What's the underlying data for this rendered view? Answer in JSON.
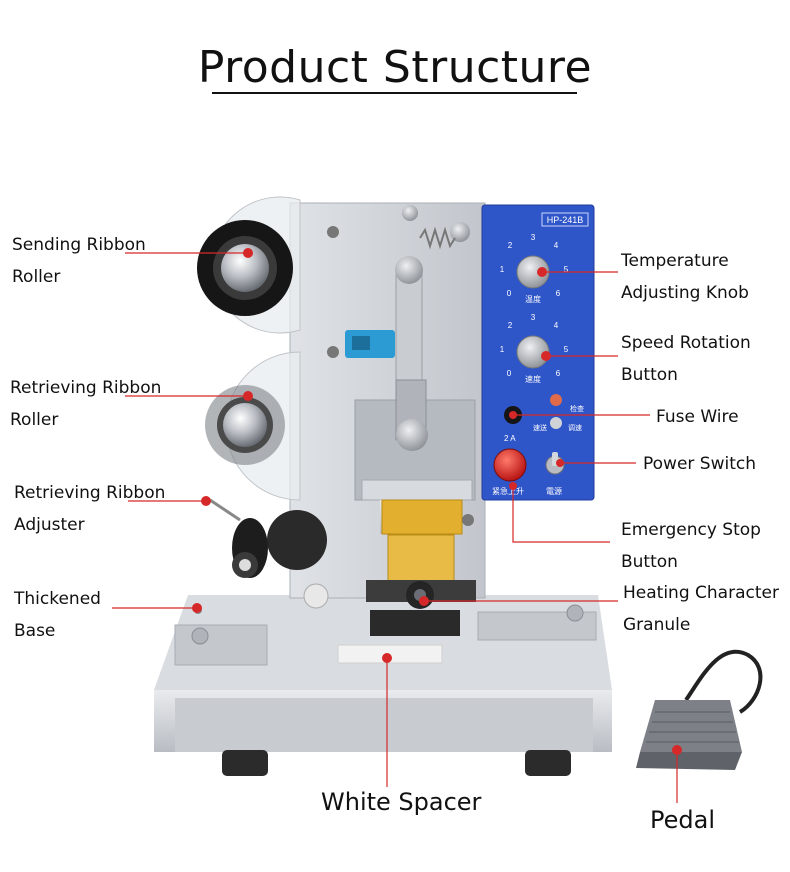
{
  "title": "Product Structure",
  "panel": {
    "model": "HP-241B",
    "dial_scale": [
      "0",
      "1",
      "2",
      "3",
      "4",
      "5",
      "6"
    ],
    "temp_caption": "温度",
    "speed_caption": "速度",
    "fuse_rating": "2 A",
    "check_label": "检查",
    "feed_label": "速送",
    "adjust_label": "调速",
    "estop_caption": "紧急上升",
    "power_caption": "電源"
  },
  "labels": {
    "sending_ribbon_roller": [
      "Sending Ribbon",
      "Roller"
    ],
    "retrieving_ribbon_roller": [
      "Retrieving Ribbon",
      "Roller"
    ],
    "retrieving_ribbon_adjuster": [
      "Retrieving Ribbon",
      "Adjuster"
    ],
    "thickened_base": [
      "Thickened",
      "Base"
    ],
    "temperature_knob": [
      "Temperature",
      "Adjusting Knob"
    ],
    "speed_button": [
      "Speed Rotation",
      "Button"
    ],
    "fuse_wire": "Fuse Wire",
    "power_switch": "Power Switch",
    "emergency_stop": [
      "Emergency Stop",
      "Button"
    ],
    "heating_granule": [
      "Heating Character",
      "Granule"
    ],
    "white_spacer": "White Spacer",
    "pedal": "Pedal"
  },
  "colors": {
    "leader": "#d62828",
    "panel_blue": "#2f56c9",
    "machine_grey": "#cfd2d6",
    "brass": "#e2b02e"
  }
}
